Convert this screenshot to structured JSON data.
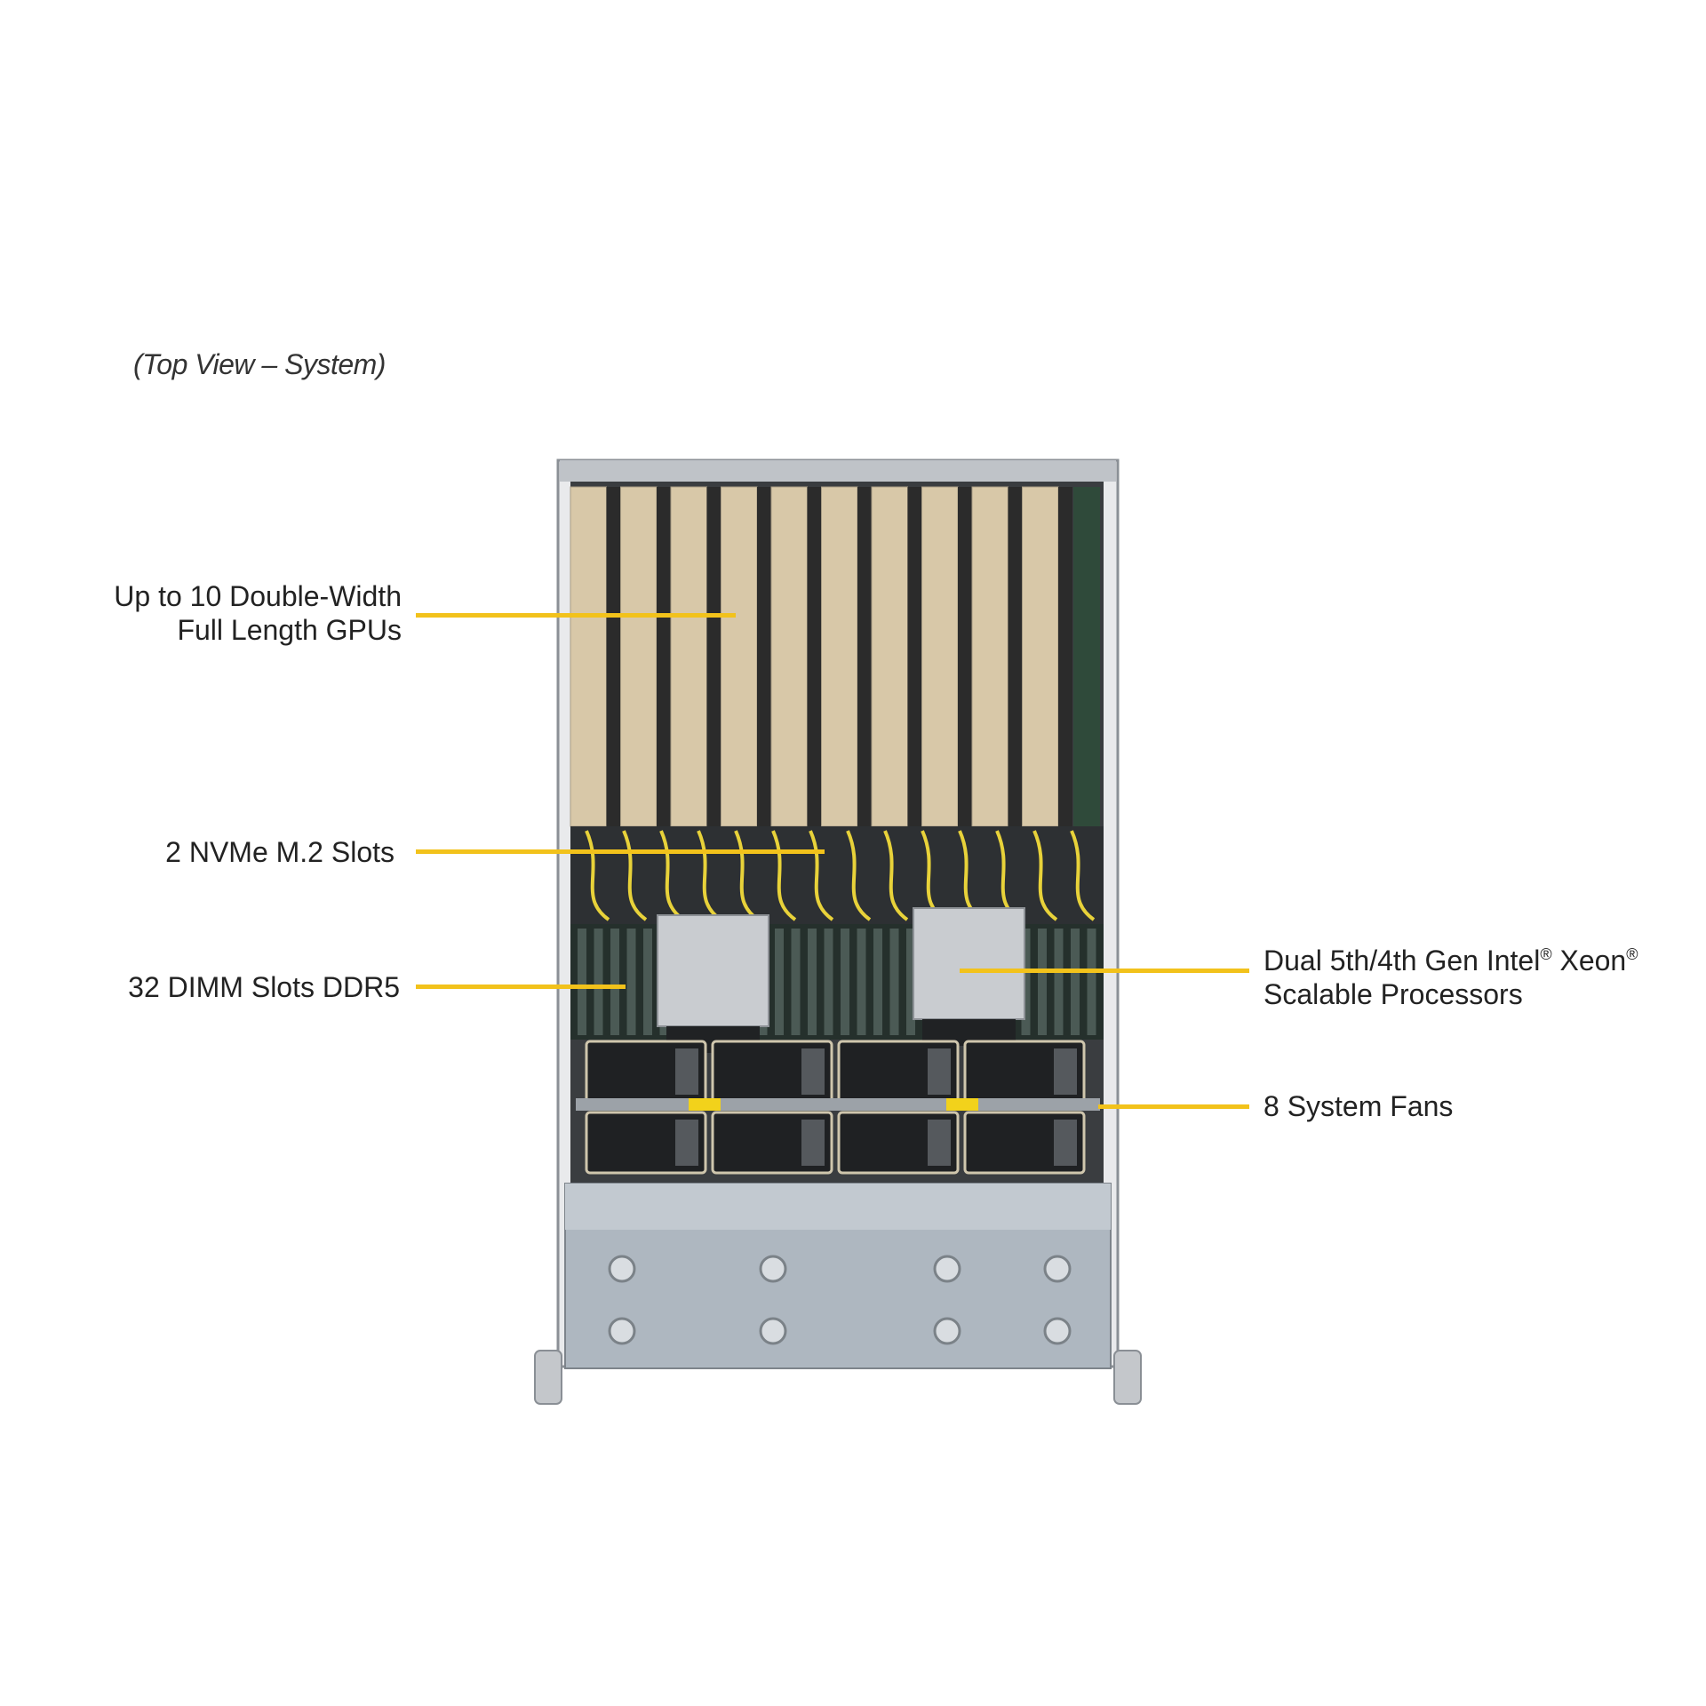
{
  "view_caption": "(Top View – System)",
  "callouts": {
    "gpus": {
      "line1": "Up to 10 Double-Width",
      "line2": "Full Length GPUs"
    },
    "nvme": {
      "line1": "2 NVMe M.2 Slots"
    },
    "dimm": {
      "line1": "32 DIMM Slots DDR5"
    },
    "processors": {
      "line1_a": "Dual 5th/4th Gen Intel",
      "reg1": "®",
      "line1_b": " Xeon",
      "reg2": "®",
      "line2": "Scalable Processors"
    },
    "fans": {
      "line1": "8 System Fans"
    }
  },
  "colors": {
    "leader": "#f2c21b",
    "gpu_card": "#d8c8a8",
    "gpu_shroud": "#2b2b2b",
    "chassis": "#b9c0c8",
    "cable": "#e8d23a"
  },
  "component_counts": {
    "gpu_cards": 10,
    "system_fans": 8,
    "cpu_heatsinks": 2
  }
}
